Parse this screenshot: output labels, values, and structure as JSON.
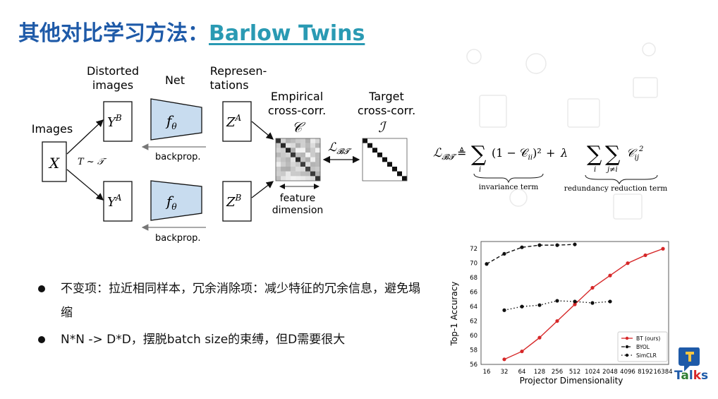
{
  "title": {
    "prefix": "其他对比学习方法：",
    "link": "Barlow Twins"
  },
  "diagram": {
    "label_images": "Images",
    "label_distorted_1": "Distorted",
    "label_distorted_2": "images",
    "label_net": "Net",
    "label_repr_1": "Represen-",
    "label_repr_2": "tations",
    "label_empirical_1": "Empirical",
    "label_empirical_2": "cross-corr.",
    "label_target_1": "Target",
    "label_target_2": "cross-corr.",
    "label_x": "X",
    "label_transform": "T ~ 𝒯",
    "label_yb": "Y",
    "label_yb_sup": "B",
    "label_ya": "Y",
    "label_ya_sup": "A",
    "label_f": "f",
    "label_theta": "θ",
    "label_za": "Z",
    "label_za_sup": "A",
    "label_zb": "Z",
    "label_zb_sup": "B",
    "label_c": "𝒞",
    "label_i": "ℐ",
    "label_loss": "ℒ",
    "label_loss_sub": "𝓑𝓣",
    "label_backprop": "backprop.",
    "label_feature_1": "feature",
    "label_feature_2": "dimension"
  },
  "formula": {
    "lhs": "ℒ",
    "lhs_sub": "𝓑𝓣",
    "defeq": "≜",
    "term1": "(1 − 𝒞",
    "term1_sub": "ii",
    "term1_end": ")²",
    "plus": "+",
    "lambda": "λ",
    "cij": "𝒞",
    "cij_sub": "ij",
    "cij_sup": "2",
    "sum_i": "i",
    "sum_j": "j≠i",
    "invariance": "invariance term",
    "redundancy": "redundancy reduction term"
  },
  "bullets": [
    "不变项：拉近相同样本，冗余消除项：减少特征的冗余信息，避免塌缩",
    "N*N -> D*D，摆脱batch size的束缚，但D需要很大"
  ],
  "logo": {
    "text": "Talks"
  },
  "chart_data": {
    "type": "line",
    "ylabel": "Top-1 Accuracy",
    "xlabel": "Projector Dimensionality",
    "x": [
      "16",
      "32",
      "64",
      "128",
      "256",
      "512",
      "1024",
      "2048",
      "4096",
      "8192",
      "16384"
    ],
    "ylim": [
      56,
      73
    ],
    "yticks": [
      56,
      58,
      60,
      62,
      64,
      66,
      68,
      70,
      72
    ],
    "grid": true,
    "legend_position": "bottom-right",
    "series": [
      {
        "name": "BT (ours)",
        "color": "#d62728",
        "dash": "solid",
        "values": [
          null,
          56.7,
          57.8,
          59.7,
          62.0,
          64.3,
          66.6,
          68.3,
          70.0,
          71.1,
          72.0
        ]
      },
      {
        "name": "BYOL",
        "color": "#111111",
        "dash": "dashed",
        "values": [
          69.9,
          71.3,
          72.2,
          72.5,
          72.5,
          72.6,
          null,
          null,
          null,
          null,
          null
        ]
      },
      {
        "name": "SimCLR",
        "color": "#111111",
        "dash": "dotted",
        "values": [
          null,
          63.5,
          64.0,
          64.2,
          64.8,
          64.7,
          64.5,
          64.7,
          null,
          null,
          null
        ]
      }
    ]
  }
}
